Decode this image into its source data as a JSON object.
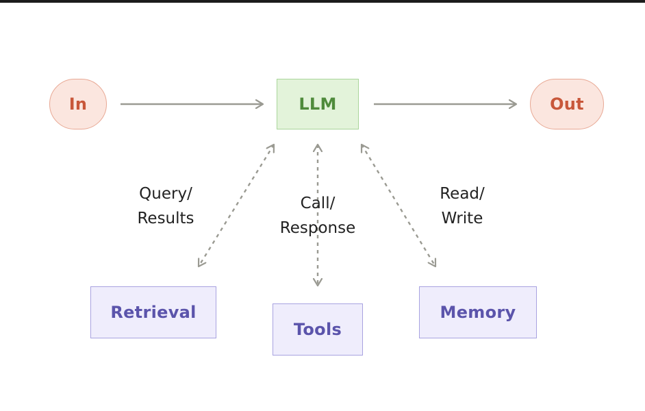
{
  "nodes": {
    "input": "In",
    "llm": "LLM",
    "output": "Out",
    "retrieval": "Retrieval",
    "tools": "Tools",
    "memory": "Memory"
  },
  "edges": {
    "retrieval": {
      "line1": "Query/",
      "line2": "Results"
    },
    "tools": {
      "line1": "Call/",
      "line2": "Response"
    },
    "memory": {
      "line1": "Read/",
      "line2": "Write"
    }
  },
  "colors": {
    "io_fill": "#fbe6df",
    "io_border": "#e8a894",
    "io_text": "#c8573a",
    "llm_fill": "#e3f3da",
    "llm_border": "#a9d59a",
    "llm_text": "#4f8b3b",
    "aux_fill": "#efedfc",
    "aux_border": "#a8a2e0",
    "aux_text": "#5b54ab",
    "arrow": "#9a9a92"
  }
}
